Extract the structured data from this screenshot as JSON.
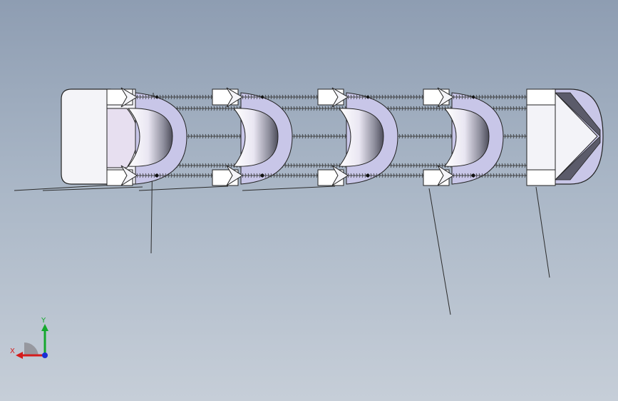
{
  "viewport": {
    "background_top": "#8e9db2",
    "background_bottom": "#c6ced8"
  },
  "model": {
    "body_color": "#f3f3f8",
    "ring_color": "#c8c6e8",
    "bore_color": "#e7dff0",
    "spring_color": "#2a2a2a",
    "stages": 4
  },
  "triad": {
    "x_label": "X",
    "y_label": "Y",
    "x_color": "#d41c1c",
    "y_color": "#15a82e",
    "z_color": "#1a2fd6"
  }
}
